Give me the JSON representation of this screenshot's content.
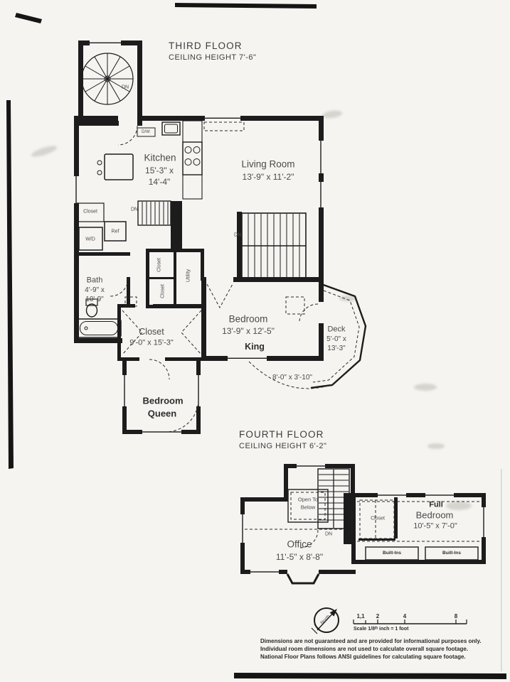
{
  "page": {
    "bg": "#f5f4f1",
    "ink": "#1c1c1c",
    "text_color": "#4a4a4a"
  },
  "third": {
    "title": "THIRD FLOOR",
    "ceiling": "CEILING HEIGHT 7'-6\"",
    "kitchen_name": "Kitchen",
    "kitchen_dims1": "15'-3\" x",
    "kitchen_dims2": "14'-4\"",
    "living_name": "Living Room",
    "living_dims": "13'-9\" x 11'-2\"",
    "bath_name": "Bath",
    "bath_dims1": "4'-9\" x",
    "bath_dims2": "10'-9\"",
    "bedroom_name": "Bedroom",
    "bedroom_dims": "13'-9\" x 12'-5\"",
    "bedroom_bed": "King",
    "closet_name": "Closet",
    "closet_dims": "9'-0\" x 15'-3\"",
    "deck_name": "Deck",
    "deck_dims1": "5'-0\" x",
    "deck_dims2": "13'-3\"",
    "balcony_dims": "8'-0\" x 3'-10\"",
    "queen_name": "Bedroom",
    "queen_bed": "Queen",
    "lbl_dn": "DN",
    "lbl_dw": "D/W",
    "lbl_closet": "Closet",
    "lbl_wd": "W/D",
    "lbl_ref": "Ref",
    "lbl_utility": "Utility"
  },
  "fourth": {
    "title": "FOURTH FLOOR",
    "ceiling": "CEILING HEIGHT 6'-2\"",
    "open1": "Open To",
    "open2": "Below",
    "closet": "Closet",
    "full1": "Full",
    "full2": "Bedroom",
    "full_dims": "10'-5\" x 7'-0\"",
    "office_name": "Office",
    "office_dims": "11'-5\" x 8'-8\"",
    "builtins": "Built-Ins",
    "lbl_dn": "DN"
  },
  "footer": {
    "north": "North",
    "ticks": [
      "1,1",
      "2",
      "4",
      "8"
    ],
    "scale_note": "Scale 1/8ᵗʰ inch = 1 foot",
    "disclaimer1": "Dimensions are not guaranteed and are provided for informational purposes only.",
    "disclaimer2": "Individual room dimensions are not used to calculate overall square footage.",
    "disclaimer3": "National Floor Plans follows ANSI guidelines for calculating square footage."
  }
}
